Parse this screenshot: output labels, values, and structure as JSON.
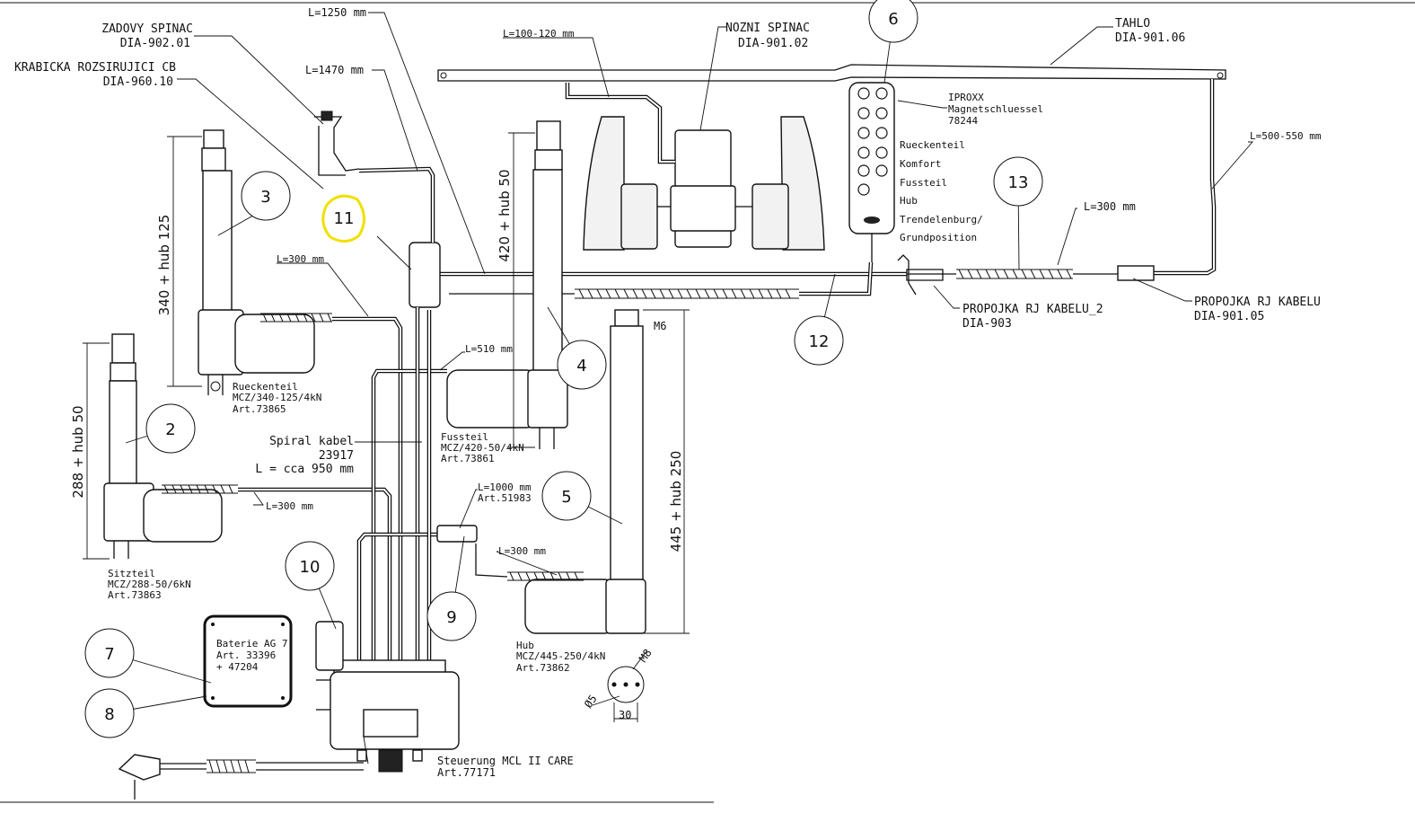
{
  "labels": {
    "zadovy_spinac": "ZADOVY SPINAC",
    "zadovy_spinac_code": "DIA-902.01",
    "krabicka": "KRABICKA ROZSIRUJICI CB",
    "krabicka_code": "DIA-960.10",
    "nozni_spinac": "NOZNI SPINAC",
    "nozni_spinac_code": "DIA-901.02",
    "tahlo": "TAHLO",
    "tahlo_code": "DIA-901.06",
    "iproxx": "IPROXX",
    "magnetschluessel": "Magnetschluessel",
    "magnet_art": "78244",
    "hs_rueckenteil": "Rueckenteil",
    "hs_komfort": "Komfort",
    "hs_fussteil": "Fussteil",
    "hs_hub": "Hub",
    "hs_trend": "Trendelenburg/",
    "hs_grund": "Grundposition",
    "propojka2": "PROPOJKA RJ KABELU_2",
    "propojka2_code": "DIA-903",
    "propojka": "PROPOJKA RJ KABELU",
    "propojka_code": "DIA-901.05",
    "rueckenteil": "Rueckenteil",
    "rueckenteil_mcz": "MCZ/340-125/4kN",
    "rueckenteil_art": "Art.73865",
    "sitzteil": "Sitzteil",
    "sitzteil_mcz": "MCZ/288-50/6kN",
    "sitzteil_art": "Art.73863",
    "fussteil": "Fussteil",
    "fussteil_mcz": "MCZ/420-50/4kN",
    "fussteil_art": "Art.73861",
    "hub": "Hub",
    "hub_mcz": "MCZ/445-250/4kN",
    "hub_art": "Art.73862",
    "spiral": "Spiral kabel",
    "spiral_art": "23917",
    "spiral_len": "L = cca 950 mm",
    "baterie": "Baterie AG 7",
    "baterie_art1": "Art. 33396",
    "baterie_art2": "+ 47204",
    "steuerung": "Steuerung MCL II CARE",
    "steuerung_art": "Art.77171",
    "cable_art": "Art.51983",
    "m6": "M6",
    "m8": "M8",
    "phi5": "Ø5",
    "d30": "30"
  },
  "lengths": {
    "l1250": "L=1250 mm",
    "l1470": "L=1470 mm",
    "l100": "L=100-120 mm",
    "l500": "L=500-550 mm",
    "l300_13": "L=300 mm",
    "l300_3": "L=300 mm",
    "l510": "L=510 mm",
    "l300_2": "L=300 mm",
    "l1000": "L=1000 mm",
    "l300_5": "L=300 mm"
  },
  "dimensions": {
    "d3": "340 + hub 125",
    "d2": "288 + hub 50",
    "d4": "420 + hub 50",
    "d5": "445 + hub 250"
  },
  "callouts": [
    "2",
    "3",
    "4",
    "5",
    "6",
    "7",
    "8",
    "9",
    "10",
    "11",
    "12",
    "13"
  ],
  "highlight_color": "#f0e000"
}
